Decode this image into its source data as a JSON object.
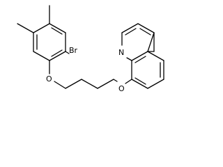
{
  "molecule": {
    "atoms": {
      "bromine": "Br",
      "ether_oxygen_phenyl": "O",
      "ether_oxygen_quinoline": "O",
      "quinoline_nitrogen": "N"
    }
  }
}
